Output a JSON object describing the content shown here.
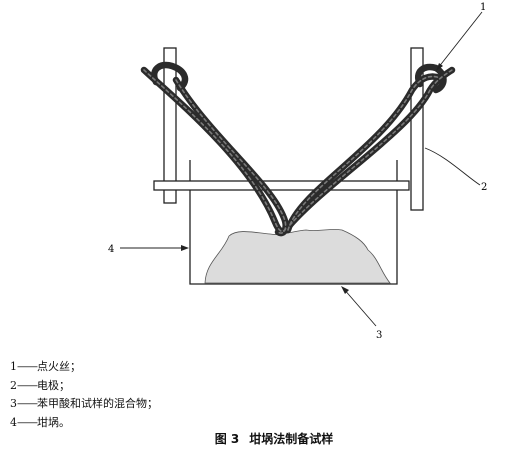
{
  "callouts": {
    "c1": "1",
    "c2": "2",
    "c3": "3",
    "c4": "4"
  },
  "legend": [
    {
      "num": "1",
      "dash": "——",
      "text": "点火丝；"
    },
    {
      "num": "2",
      "dash": "——",
      "text": "电极；"
    },
    {
      "num": "3",
      "dash": "——",
      "text": "苯甲酸和试样的混合物；"
    },
    {
      "num": "4",
      "dash": "——",
      "text": "坩埚。"
    }
  ],
  "caption": {
    "number": "图 3",
    "title": "坩埚法制备试样"
  }
}
